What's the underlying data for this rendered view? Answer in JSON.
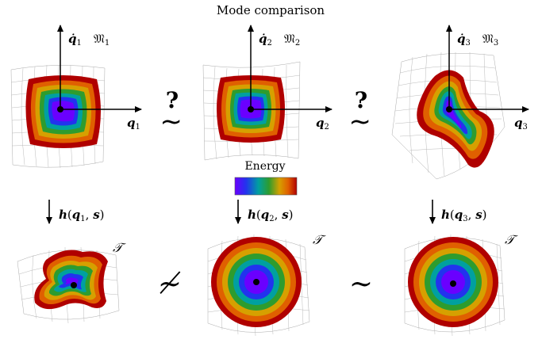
{
  "title": "Mode comparison",
  "colorbar_label": "Energy",
  "colors": {
    "energy_scale": [
      "#6a00ff",
      "#2233ee",
      "#00a0a0",
      "#2e9c2e",
      "#d6a000",
      "#e06000",
      "#b00000"
    ]
  },
  "top_row": [
    {
      "x_axis": "q",
      "x_sub": "1",
      "y_axis": "q̇",
      "y_sub": "1",
      "manifold": "𝔐",
      "manifold_sub": "1"
    },
    {
      "x_axis": "q",
      "x_sub": "2",
      "y_axis": "q̇",
      "y_sub": "2",
      "manifold": "𝔐",
      "manifold_sub": "2"
    },
    {
      "x_axis": "q",
      "x_sub": "3",
      "y_axis": "q̇",
      "y_sub": "3",
      "manifold": "𝔐",
      "manifold_sub": "3"
    }
  ],
  "top_relations": [
    "≀",
    "≀"
  ],
  "question_marks": [
    "?",
    "?"
  ],
  "maps": [
    {
      "func": "h",
      "arg1": "q",
      "arg1_sub": "1",
      "arg2": "s"
    },
    {
      "func": "h",
      "arg1": "q",
      "arg1_sub": "2",
      "arg2": "s"
    },
    {
      "func": "h",
      "arg1": "q",
      "arg1_sub": "3",
      "arg2": "s"
    }
  ],
  "target_space": "𝒯",
  "bottom_relations": [
    "≁",
    "∼"
  ]
}
